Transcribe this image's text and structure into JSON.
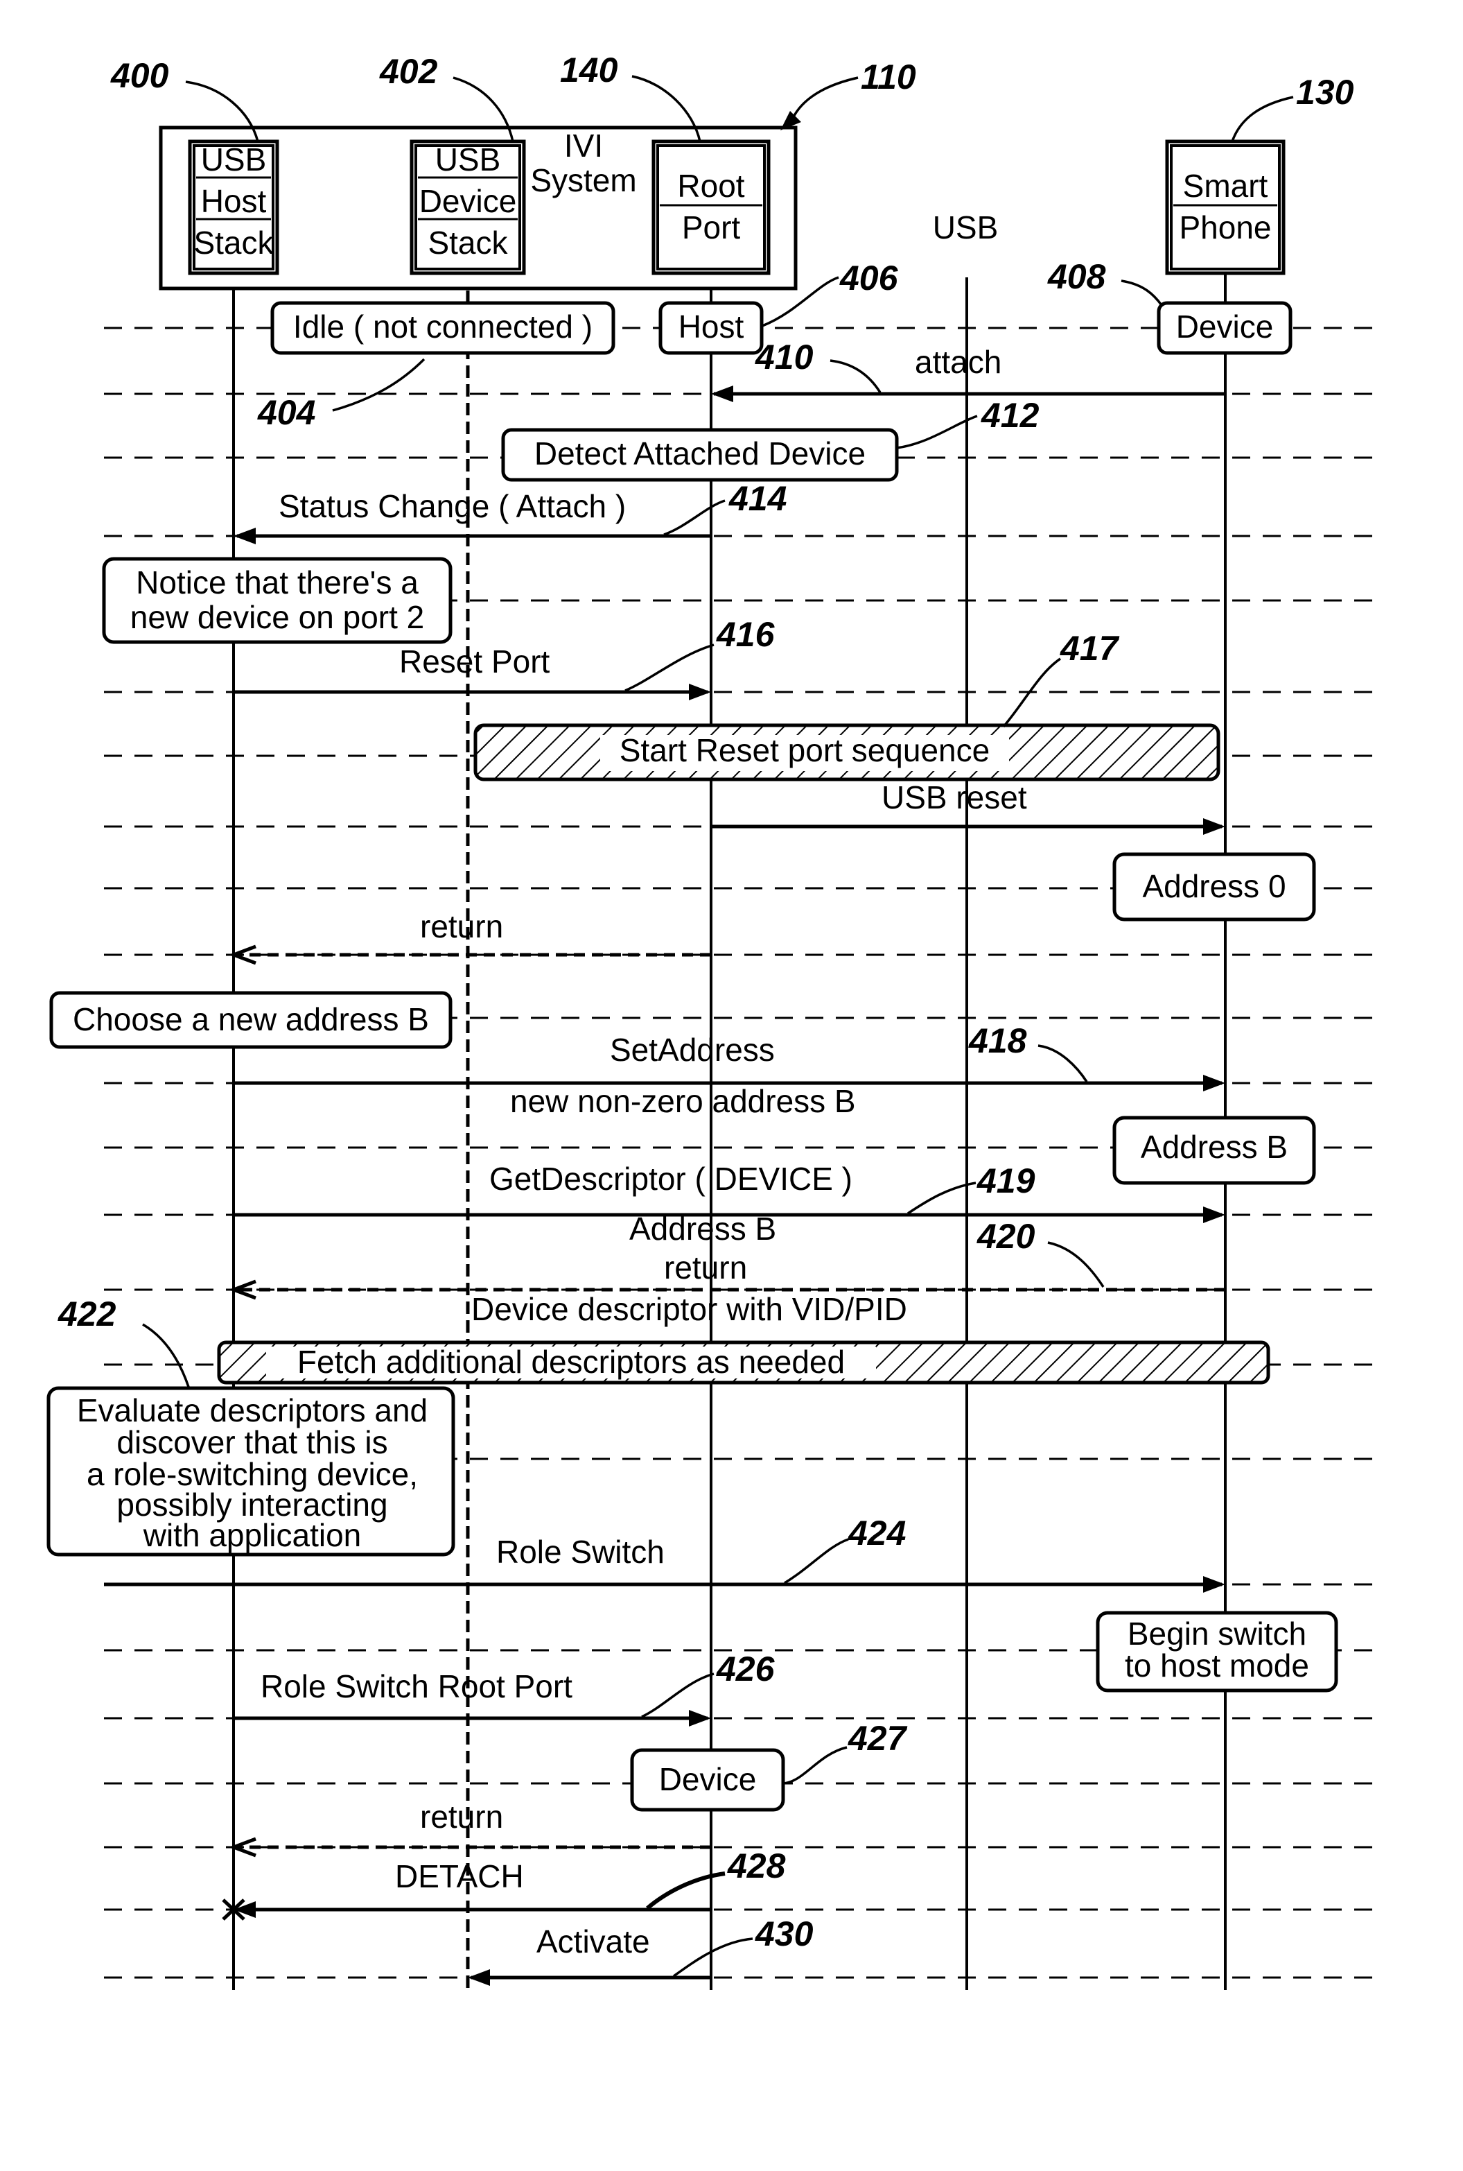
{
  "refs": {
    "r400": "400",
    "r402": "402",
    "r140": "140",
    "r110": "110",
    "r130": "130",
    "r406": "406",
    "r408": "408",
    "r410": "410",
    "r404": "404",
    "r412": "412",
    "r414": "414",
    "r416": "416",
    "r417": "417",
    "r418": "418",
    "r419": "419",
    "r420": "420",
    "r422": "422",
    "r424": "424",
    "r426": "426",
    "r427": "427",
    "r428": "428",
    "r430": "430"
  },
  "participants": {
    "usb_host_stack": [
      "USB",
      "Host",
      "Stack"
    ],
    "usb_device_stack": [
      "USB",
      "Device",
      "Stack"
    ],
    "root_port": [
      "Root",
      "Port"
    ],
    "smart_phone": [
      "Smart",
      "Phone"
    ],
    "ivi_system": [
      "IVI",
      "System"
    ],
    "usb": "USB"
  },
  "states": {
    "idle": "Idle ( not connected )",
    "host": "Host",
    "device_top": "Device",
    "detect": "Detect Attached Device",
    "notice": [
      "Notice that there's a",
      "new device on port 2"
    ],
    "address0": "Address 0",
    "choose": "Choose a new address B",
    "addressB": "Address B",
    "evaluate": [
      "Evaluate descriptors and",
      "discover that this is",
      "a role-switching device,",
      "possibly interacting",
      "with application"
    ],
    "begin_switch": [
      "Begin switch",
      "to host mode"
    ],
    "device_bottom": "Device"
  },
  "messages": {
    "attach": "attach",
    "status_change": "Status Change ( Attach )",
    "reset_port": "Reset Port",
    "start_reset": "Start Reset port sequence",
    "usb_reset": "USB reset",
    "return1": "return",
    "set_address": "SetAddress",
    "new_addr": "new non-zero address B",
    "get_descriptor": "GetDescriptor ( DEVICE )",
    "address_b": "Address B",
    "return2": "return",
    "device_descriptor": "Device descriptor with VID/PID",
    "fetch": "Fetch additional descriptors as needed",
    "role_switch": "Role Switch",
    "role_switch_root": "Role Switch Root Port",
    "return3": "return",
    "detach": "DETACH",
    "activate": "Activate"
  }
}
